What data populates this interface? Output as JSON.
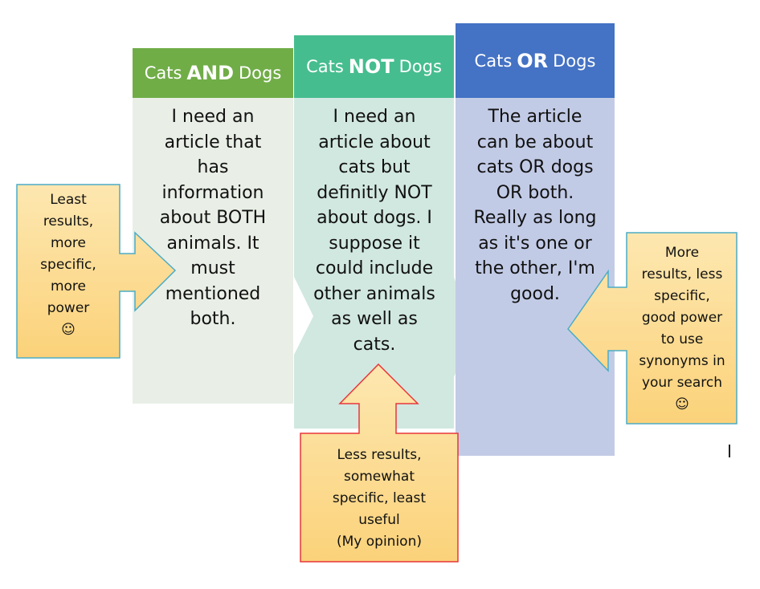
{
  "columns": [
    {
      "header_pre": "Cats",
      "header_op": "AND",
      "header_post": "Dogs",
      "header_color": "#70ad47",
      "body_color": "#e9efe6",
      "body_text": "I need an\narticle that\nhas\ninformation\nabout BOTH\nanimals. It\nmust\nmentioned\nboth."
    },
    {
      "header_pre": "Cats",
      "header_op": "NOT",
      "header_post": "Dogs",
      "header_color": "#46bd8f",
      "body_color": "#d1e8e0",
      "body_text": "I need an\narticle about\ncats but\ndefinitly NOT\nabout dogs. I\nsuppose it\ncould include\nother animals\nas well as\ncats."
    },
    {
      "header_pre": "Cats",
      "header_op": "OR",
      "header_post": "Dogs",
      "header_color": "#4472c4",
      "body_color": "#c2cbe6",
      "body_text": "The article\ncan be about\ncats OR dogs\nOR both.\nReally as long\nas it's one or\nthe other, I'm\ngood."
    }
  ],
  "callouts": {
    "left": {
      "text": "Least\nresults,\nmore\nspecific,\nmore\npower\n☺",
      "fill": "#fcd890",
      "border": "#4bacc6"
    },
    "bottom": {
      "text": "Less results,\nsomewhat\nspecific, least\nuseful\n(My opinion)",
      "fill": "#fcd890",
      "border": "#e8363a"
    },
    "right": {
      "text": "More\nresults, less\nspecific,\ngood power\nto use\nsynonyms in\nyour search\n☺",
      "fill": "#fcd890",
      "border": "#4bacc6"
    }
  }
}
